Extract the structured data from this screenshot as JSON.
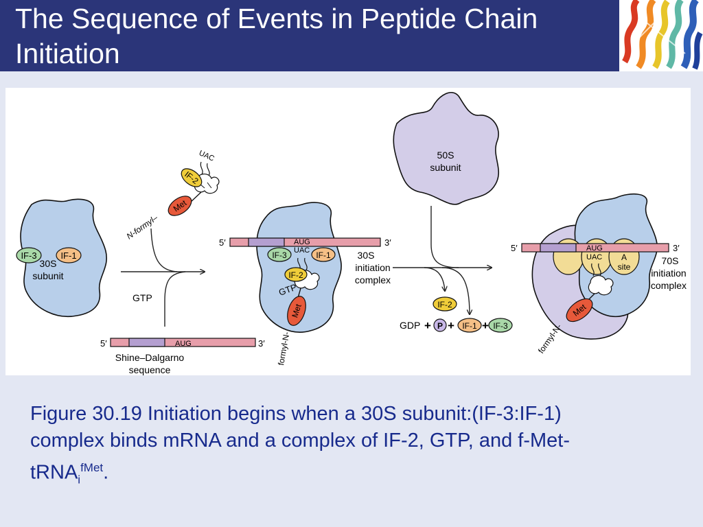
{
  "title": "The Sequence of Events in Peptide Chain Initiation",
  "figure": {
    "step1": {
      "il3": "IF-3",
      "il1": "IF-1",
      "s30": "30S",
      "subunit": "subunit"
    },
    "trna": {
      "uac": "UAC",
      "if2": "IF-2",
      "met": "Met",
      "formyl": "N-formyl–"
    },
    "gtp": "GTP",
    "mrna": {
      "five": "5′",
      "three": "3′",
      "aug": "AUG",
      "sd1": "Shine–Dalgarno",
      "sd2": "sequence"
    },
    "complex30": {
      "if3": "IF-3",
      "if1": "IF-1",
      "uac": "UAC",
      "if2": "IF-2",
      "gtp": "GTP",
      "met": "Met",
      "formyl": "formyl-N-",
      "l1": "30S",
      "l2": "initiation",
      "l3": "complex"
    },
    "s50": {
      "l1": "50S",
      "l2": "subunit"
    },
    "released": {
      "if2": "IF-2",
      "gdp": "GDP",
      "plus": "+",
      "p": "P",
      "if1": "IF-1",
      "if3": "IF-3"
    },
    "complex70": {
      "uac": "UAC",
      "a": "A",
      "site": "site",
      "met": "Met",
      "formyl": "formyl-N-",
      "l1": "70S",
      "l2": "initiation",
      "l3": "complex"
    }
  },
  "caption": {
    "line1": "Figure 30.19 Initiation begins when a 30S subunit:(IF-3:IF-1)",
    "line2": "complex binds mRNA and a complex of IF-2, GTP, and f-Met-",
    "trna": "tRNA",
    "sub": "i",
    "sup": "fMet",
    "end": "."
  },
  "colors": {
    "header": "#2b3579",
    "caption": "#172a8c",
    "ribosome30": "#b8cfea",
    "ribosome50": "#d3cde8",
    "mrna": "#e79eaa",
    "sd": "#b49fd0"
  }
}
